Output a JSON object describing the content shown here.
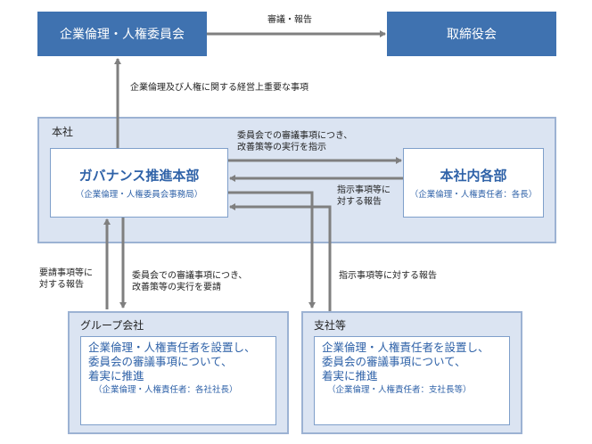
{
  "top": {
    "committee": "企業倫理・人権委員会",
    "board": "取締役会",
    "deliberation_label": "審議・報告",
    "up_label": "企業倫理及び人権に関する経営上重要な事項"
  },
  "hq": {
    "title": "本社",
    "governance": {
      "name": "ガバナンス推進本部",
      "sub": "（企業倫理・人権委員会事務局）"
    },
    "departments": {
      "name": "本社内各部",
      "sub": "（企業倫理・人権責任者：各長）"
    },
    "instruct_label_1": "委員会での審議事項につき、",
    "instruct_label_2": "改善策等の実行を指示",
    "report_label_1": "指示事項等に",
    "report_label_2": "対する報告"
  },
  "links": {
    "req_report_1": "要請事項等に",
    "req_report_2": "対する報告",
    "request_1": "委員会での審議事項につき、",
    "request_2": "改善策等の実行を要請",
    "branch_report": "指示事項等に対する報告"
  },
  "group": {
    "title": "グループ会社",
    "line1": "企業倫理・人権責任者を設置し、",
    "line2": "委員会の審議事項について、",
    "line3": "着実に推進",
    "sub": "（企業倫理・人権責任者：各社社長）"
  },
  "branch": {
    "title": "支社等",
    "line1": "企業倫理・人権責任者を設置し、",
    "line2": "委員会の審議事項について、",
    "line3": "着実に推進",
    "sub": "（企業倫理・人権責任者：支社長等）"
  },
  "colors": {
    "box_fill": "#3f72b0",
    "panel_fill": "#dbe4f2",
    "arrow": "#7f7f7f",
    "text_blue": "#2f62a8"
  }
}
